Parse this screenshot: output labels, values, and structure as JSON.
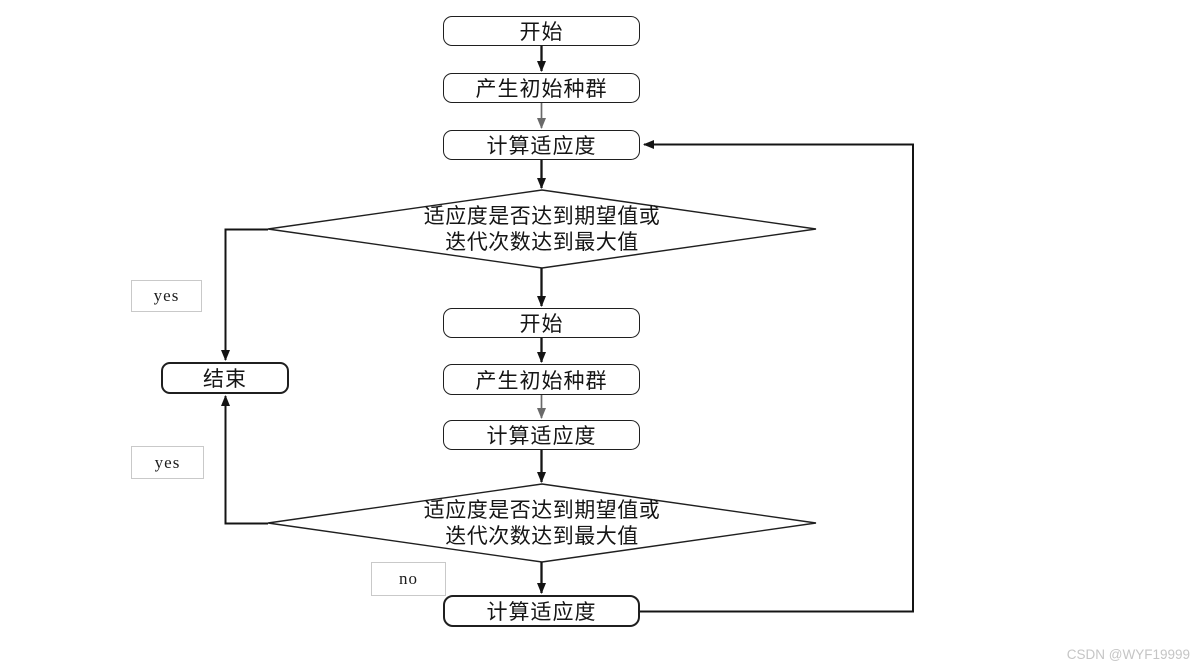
{
  "flowchart": {
    "nodes": {
      "start_top": "开始",
      "init_population_top": "产生初始种群",
      "fitness_top": "计算适应度",
      "decision_top": "适应度是否达到期望值或\n迭代次数达到最大值",
      "start_mid": "开始",
      "init_population_mid": "产生初始种群",
      "fitness_mid": "计算适应度",
      "decision_bottom": "适应度是否达到期望值或\n迭代次数达到最大值",
      "fitness_bottom": "计算适应度",
      "end": "结束"
    },
    "edge_labels": {
      "yes_top": "yes",
      "yes_bottom": "yes",
      "no": "no"
    }
  },
  "colors": {
    "line": "#141414",
    "secondary_line": "#6a6a6a",
    "node_border": "#1f1f1f",
    "label_border": "#c9c9c9",
    "watermark": "#c5c5c5",
    "background": "#ffffff"
  },
  "watermark": "CSDN @WYF19999"
}
